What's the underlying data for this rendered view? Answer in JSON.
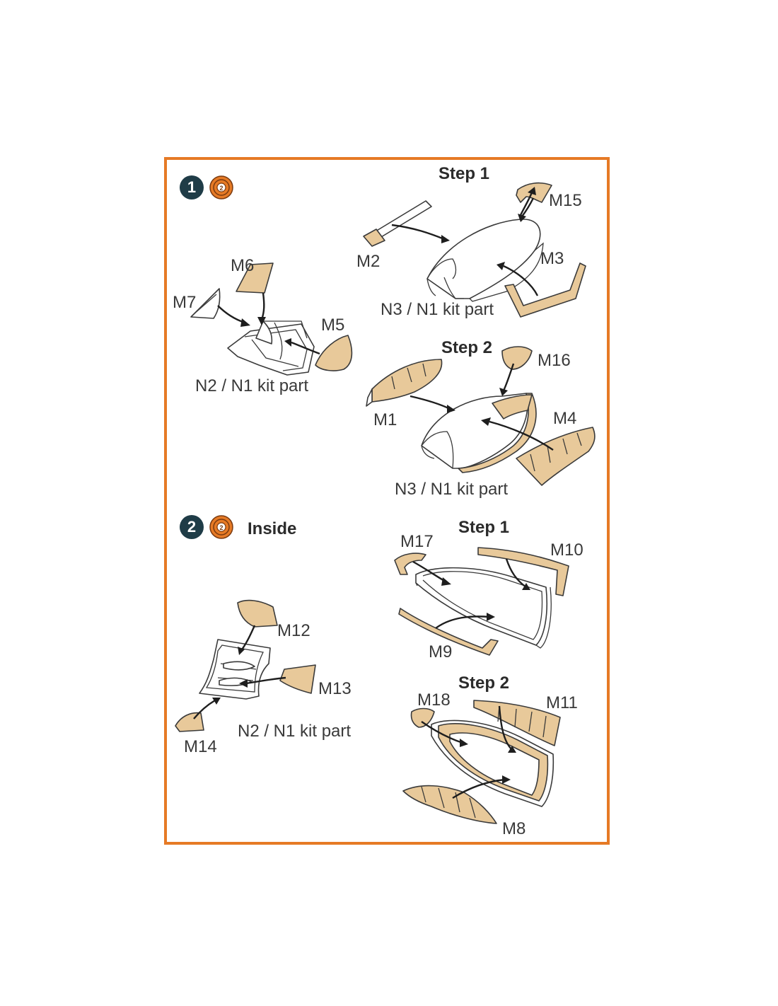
{
  "panel1": {
    "number": "1",
    "icon": "mask-target-icon",
    "left_labels": {
      "m6": "M6",
      "m7": "M7",
      "m5": "M5",
      "kit": "N2 / N1 kit part"
    },
    "step1": {
      "title": "Step 1",
      "m2": "M2",
      "m15": "M15",
      "m3": "M3",
      "kit": "N3 / N1 kit part"
    },
    "step2": {
      "title": "Step 2",
      "m16": "M16",
      "m1": "M1",
      "m4": "M4",
      "kit": "N3 / N1 kit part"
    }
  },
  "panel2": {
    "number": "2",
    "icon": "mask-target-icon",
    "title": "Inside",
    "left_labels": {
      "m12": "M12",
      "m13": "M13",
      "m14": "M14",
      "kit": "N2 / N1 kit part"
    },
    "step1": {
      "title": "Step 1",
      "m17": "M17",
      "m10": "M10",
      "m9": "M9"
    },
    "step2": {
      "title": "Step 2",
      "m18": "M18",
      "m11": "M11",
      "m8": "M8"
    }
  },
  "colors": {
    "border": "#e67a25",
    "mask": "#e8c99a",
    "badge": "#1f3c47"
  }
}
